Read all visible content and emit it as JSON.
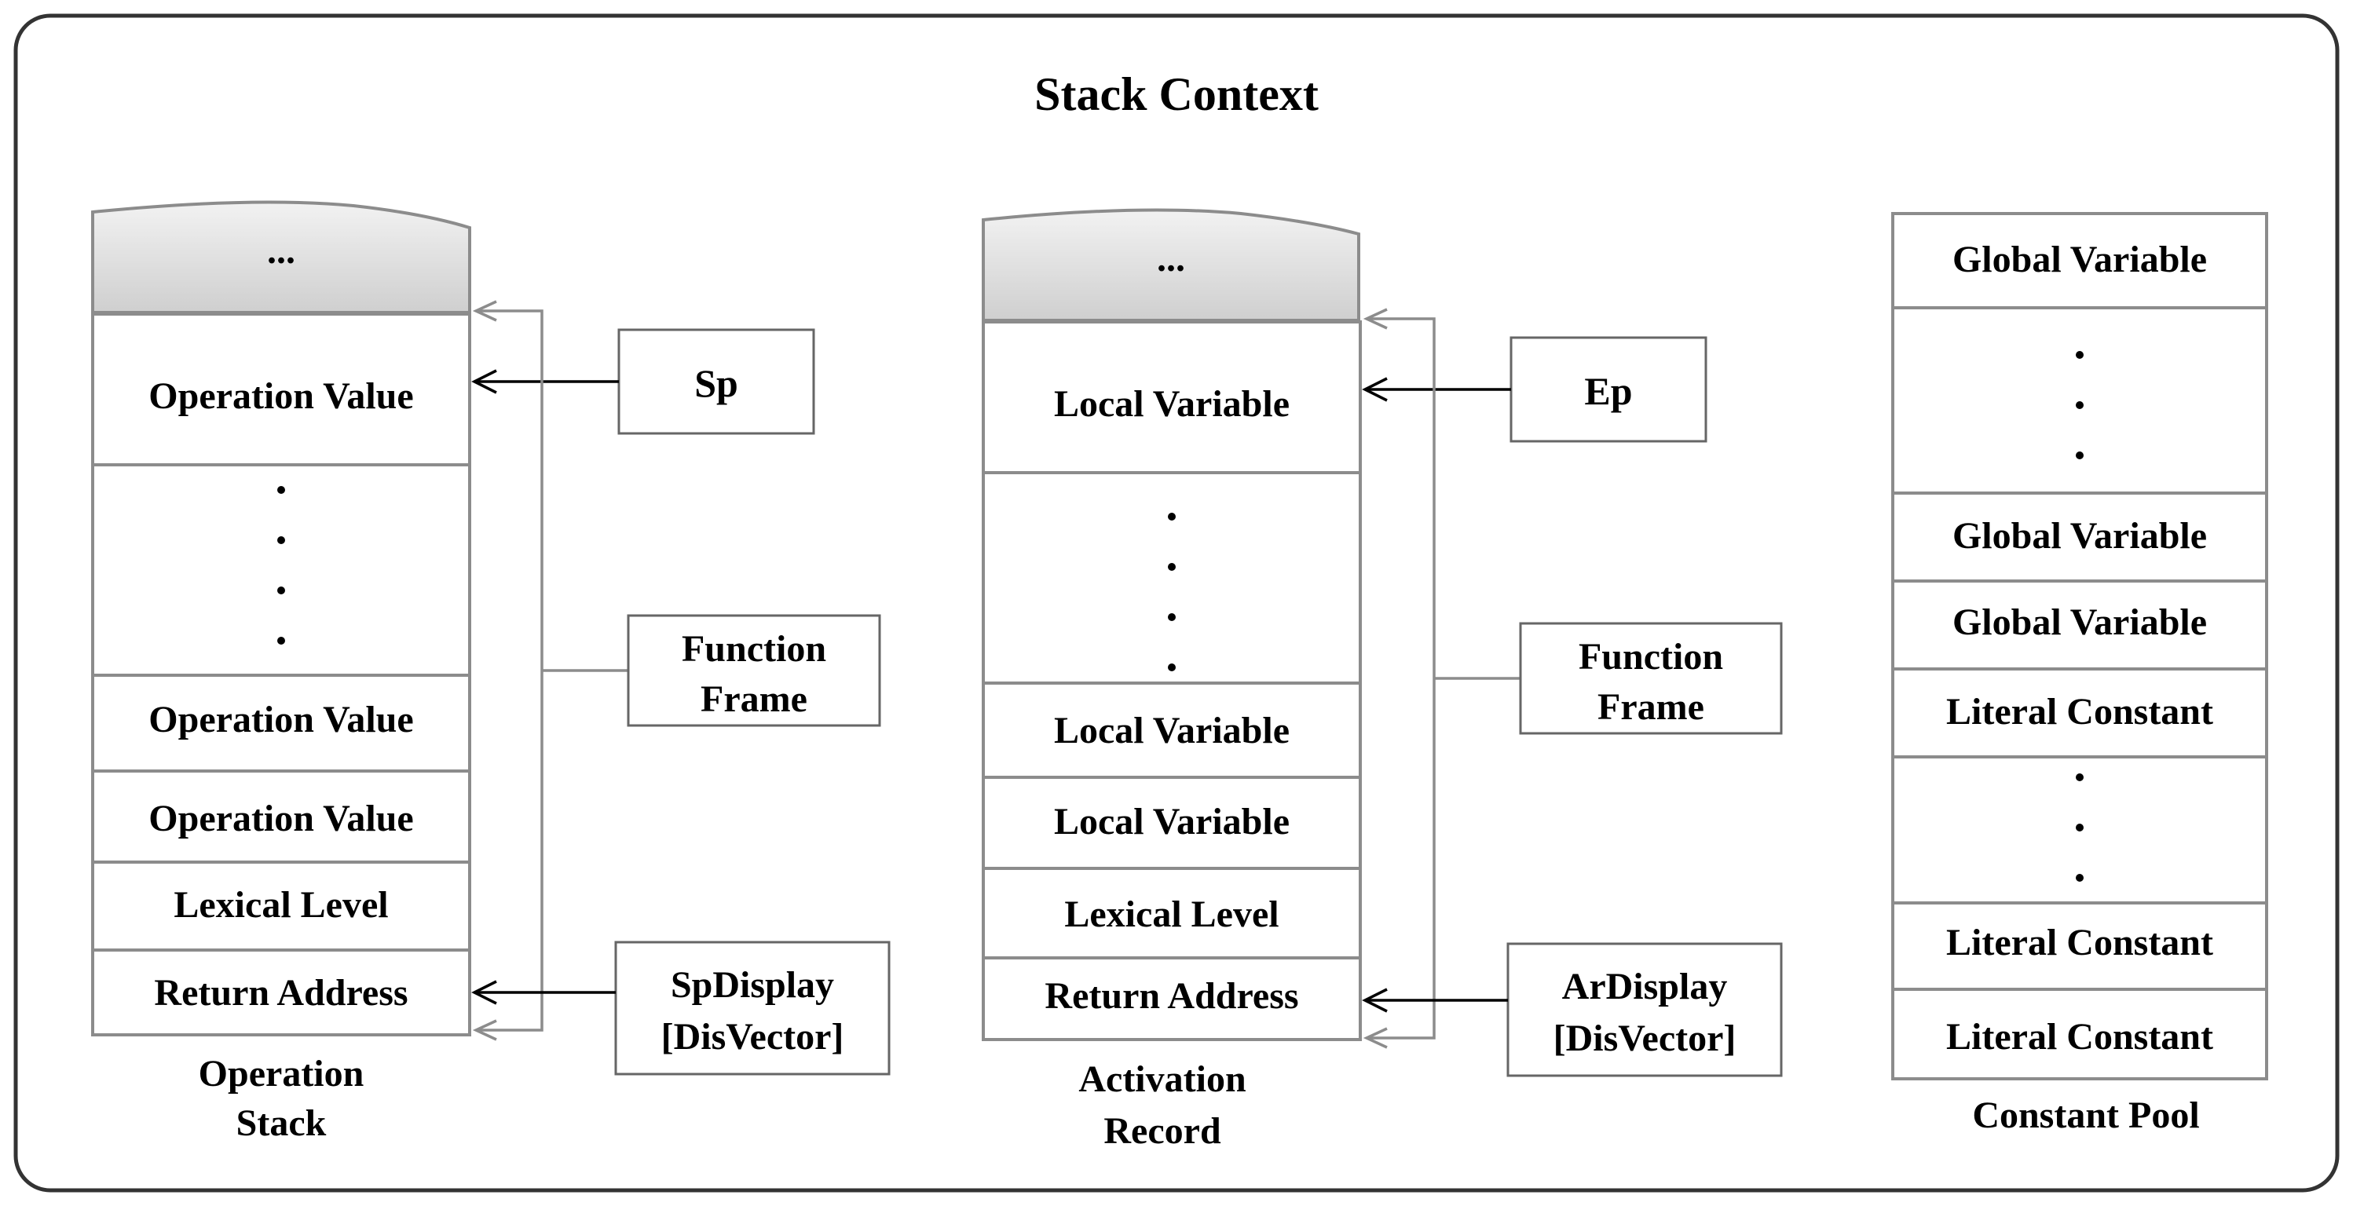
{
  "title": "Stack Context",
  "operation_stack": {
    "header": "...",
    "cells": [
      "Operation Value",
      "",
      "Operation Value",
      "Operation Value",
      "Lexical Level",
      "Return Address"
    ],
    "caption": [
      "Operation",
      "Stack"
    ],
    "pointer": "Sp",
    "frame_label": [
      "Function",
      "Frame"
    ],
    "display_label": [
      "SpDisplay",
      "[DisVector]"
    ]
  },
  "activation_record": {
    "header": "...",
    "cells": [
      "Local Variable",
      "",
      "Local Variable",
      "Local Variable",
      "Lexical Level",
      "Return Address"
    ],
    "caption": [
      "Activation",
      "Record"
    ],
    "pointer": "Ep",
    "frame_label": [
      "Function",
      "Frame"
    ],
    "display_label": [
      "ArDisplay",
      "[DisVector]"
    ]
  },
  "constant_pool": {
    "cells": [
      "Global Variable",
      "",
      "Global Variable",
      "Global Variable",
      "Literal Constant",
      "",
      "Literal Constant",
      "Literal Constant"
    ],
    "caption": "Constant Pool"
  }
}
